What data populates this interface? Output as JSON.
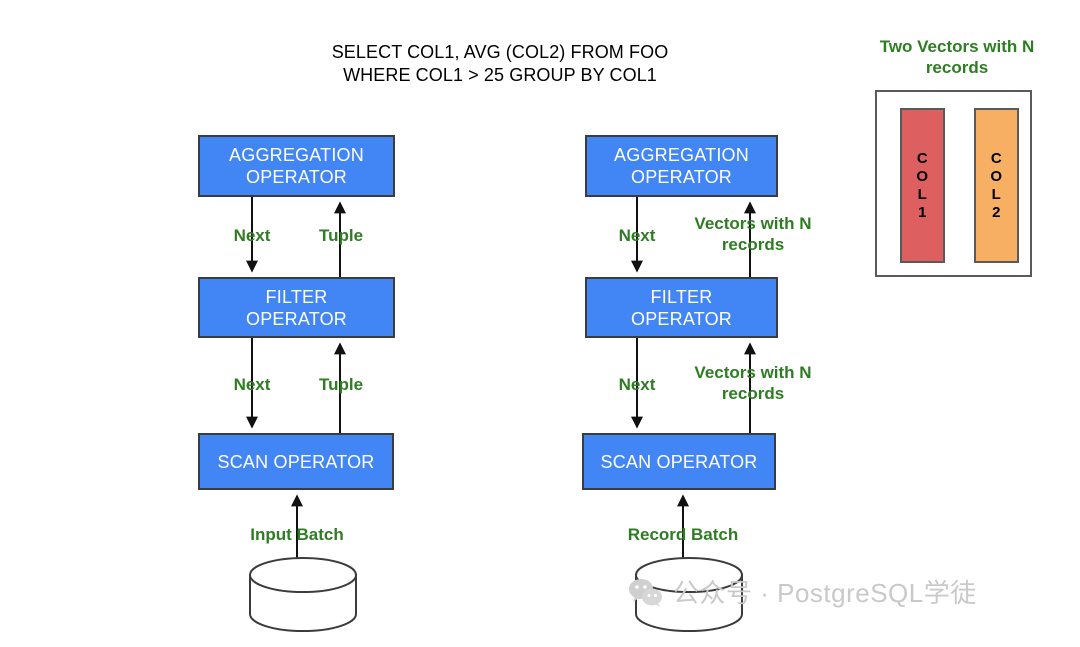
{
  "title": {
    "sql": "SELECT COL1, AVG (COL2) FROM FOO\nWHERE COL1 > 25 GROUP BY COL1"
  },
  "colors": {
    "operator_fill": "#4285F4",
    "operator_border": "#3c3c3c",
    "operator_text": "#ffffff",
    "edge_label": "#2e7d23",
    "col1_fill": "#DE5F5F",
    "col2_fill": "#F7AF64",
    "panel_border": "#5a5a5a",
    "cylinder_stroke": "#3c3c3c",
    "watermark": "#c9c9c9",
    "background": "#ffffff"
  },
  "pipelines": [
    {
      "id": "volcano",
      "operators": [
        {
          "name": "aggregation",
          "label": "AGGREGATION\nOPERATOR"
        },
        {
          "name": "filter",
          "label": "FILTER\nOPERATOR"
        },
        {
          "name": "scan",
          "label": "SCAN OPERATOR"
        }
      ],
      "edges": [
        {
          "name": "agg-filter-down",
          "label": "Next",
          "direction": "down"
        },
        {
          "name": "filter-agg-up",
          "label": "Tuple",
          "direction": "up"
        },
        {
          "name": "filter-scan-down",
          "label": "Next",
          "direction": "down"
        },
        {
          "name": "scan-filter-up",
          "label": "Tuple",
          "direction": "up"
        }
      ],
      "source": {
        "name": "database",
        "label": "Input Batch"
      }
    },
    {
      "id": "vectorized",
      "operators": [
        {
          "name": "aggregation",
          "label": "AGGREGATION\nOPERATOR"
        },
        {
          "name": "filter",
          "label": "FILTER\nOPERATOR"
        },
        {
          "name": "scan",
          "label": "SCAN OPERATOR"
        }
      ],
      "edges": [
        {
          "name": "agg-filter-down",
          "label": "Next",
          "direction": "down"
        },
        {
          "name": "filter-agg-up",
          "label": "Vectors with N\nrecords",
          "direction": "up"
        },
        {
          "name": "filter-scan-down",
          "label": "Next",
          "direction": "down"
        },
        {
          "name": "scan-filter-up",
          "label": "Vectors with N\nrecords",
          "direction": "up"
        }
      ],
      "source": {
        "name": "database",
        "label": "Record Batch"
      }
    }
  ],
  "vectors_panel": {
    "caption": "Two Vectors with N\nrecords",
    "columns": [
      {
        "name": "col1",
        "label": "C\nO\nL\n1",
        "fill": "#DE5F5F"
      },
      {
        "name": "col2",
        "label": "C\nO\nL\n2",
        "fill": "#F7AF64"
      }
    ]
  },
  "watermark": {
    "icon": "wechat-icon",
    "text": "公众号 · PostgreSQL学徒"
  }
}
